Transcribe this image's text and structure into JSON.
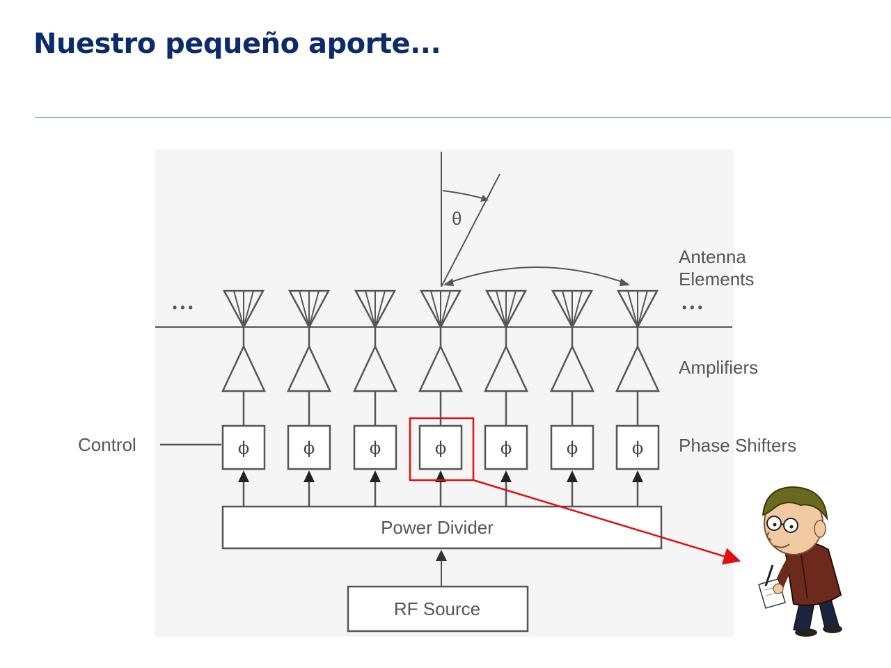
{
  "slide": {
    "title": "Nuestro pequeño aporte...",
    "title_color": "#0d2a6b",
    "rule_color": "#5a86a8"
  },
  "diagram": {
    "angle_symbol": "θ",
    "ellipsis_left": "• • •",
    "ellipsis_right": "• • •",
    "element_count": 7,
    "highlighted_element_index": 3,
    "labels": {
      "antenna_line1": "Antenna",
      "antenna_line2": "Elements",
      "amplifiers": "Amplifiers",
      "phase_shifters": "Phase Shifters",
      "control": "Control",
      "power_divider": "Power Divider",
      "rf_source": "RF Source"
    },
    "phase_symbol": "ϕ",
    "highlight_color": "#e01010",
    "line_color": "#555555",
    "background_color": "#f5f5f5"
  },
  "illustration": {
    "icon": "cartoon-scientist-taking-notes"
  }
}
